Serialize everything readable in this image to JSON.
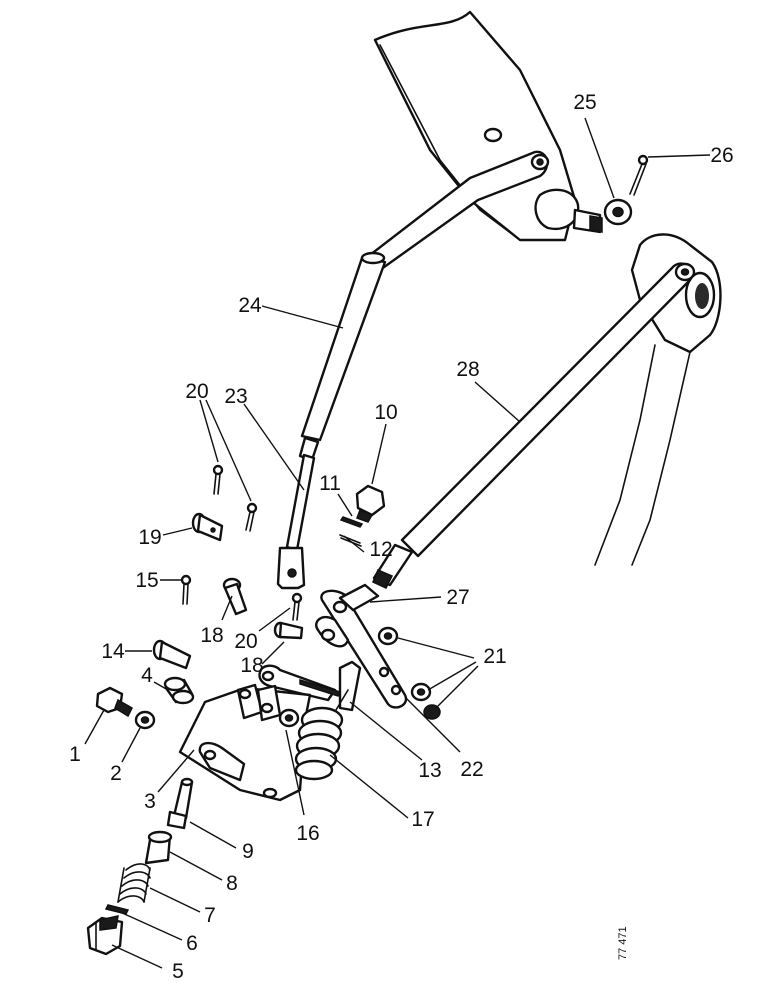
{
  "callouts": {
    "c1": "1",
    "c2": "2",
    "c3": "3",
    "c4": "4",
    "c5": "5",
    "c6": "6",
    "c7": "7",
    "c8": "8",
    "c9": "9",
    "c10": "10",
    "c11": "11",
    "c12": "12",
    "c13": "13",
    "c14": "14",
    "c15": "15",
    "c16": "16",
    "c17": "17",
    "c18a": "18",
    "c18b": "18",
    "c19": "19",
    "c20a": "20",
    "c20b": "20",
    "c21": "21",
    "c22": "22",
    "c23": "23",
    "c24": "24",
    "c25": "25",
    "c26": "26",
    "c27": "27",
    "c28": "28"
  },
  "figure_ref": "77 471"
}
